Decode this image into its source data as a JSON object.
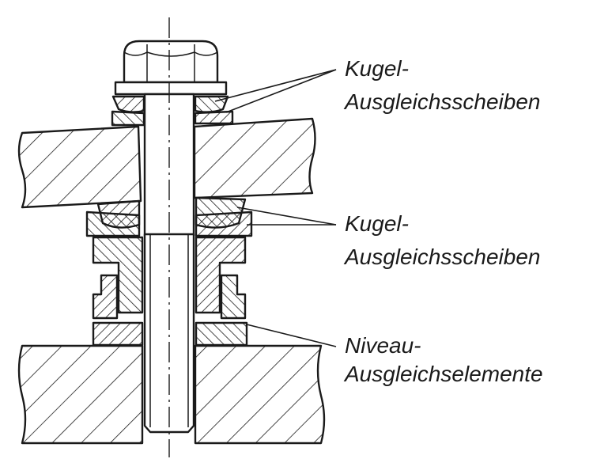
{
  "labels": {
    "upper": {
      "line1": "Kugel-",
      "line2": "Ausgleichsscheiben"
    },
    "middle": {
      "line1": "Kugel-",
      "line2": "Ausgleichsscheiben"
    },
    "lower": {
      "line1": "Niveau-",
      "line2": "Ausgleichselemente"
    }
  },
  "colors": {
    "line": "#1a1a1a",
    "background": "#ffffff"
  }
}
